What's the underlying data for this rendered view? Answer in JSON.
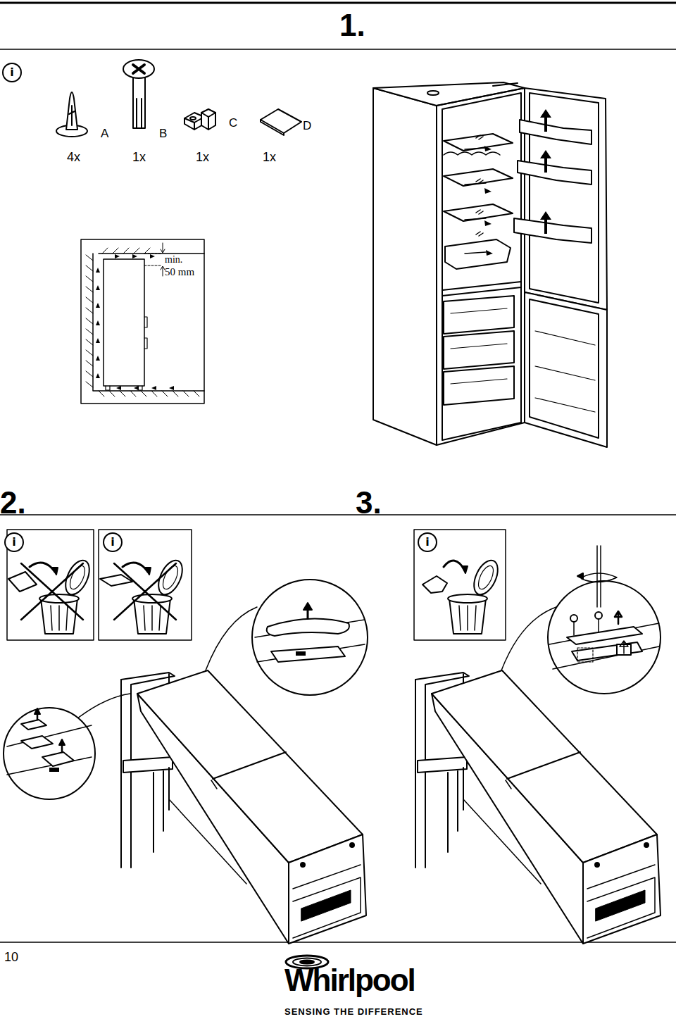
{
  "diagram": {
    "nodes": [
      {
        "text": [
          "i"
        ]
      },
      {
        "text": [
          "i"
        ]
      },
      {
        "text": [
          "i"
        ]
      },
      {
        "text": [
          "i"
        ]
      }
    ],
    "labels": [
      "1.",
      "A",
      "B",
      "C",
      "D",
      "4x",
      "1x",
      "1x",
      "1x",
      "min.",
      "50 mm",
      "2.",
      "3.",
      "10",
      "Whirlpool",
      "SENSING THE DIFFERENCE"
    ]
  }
}
